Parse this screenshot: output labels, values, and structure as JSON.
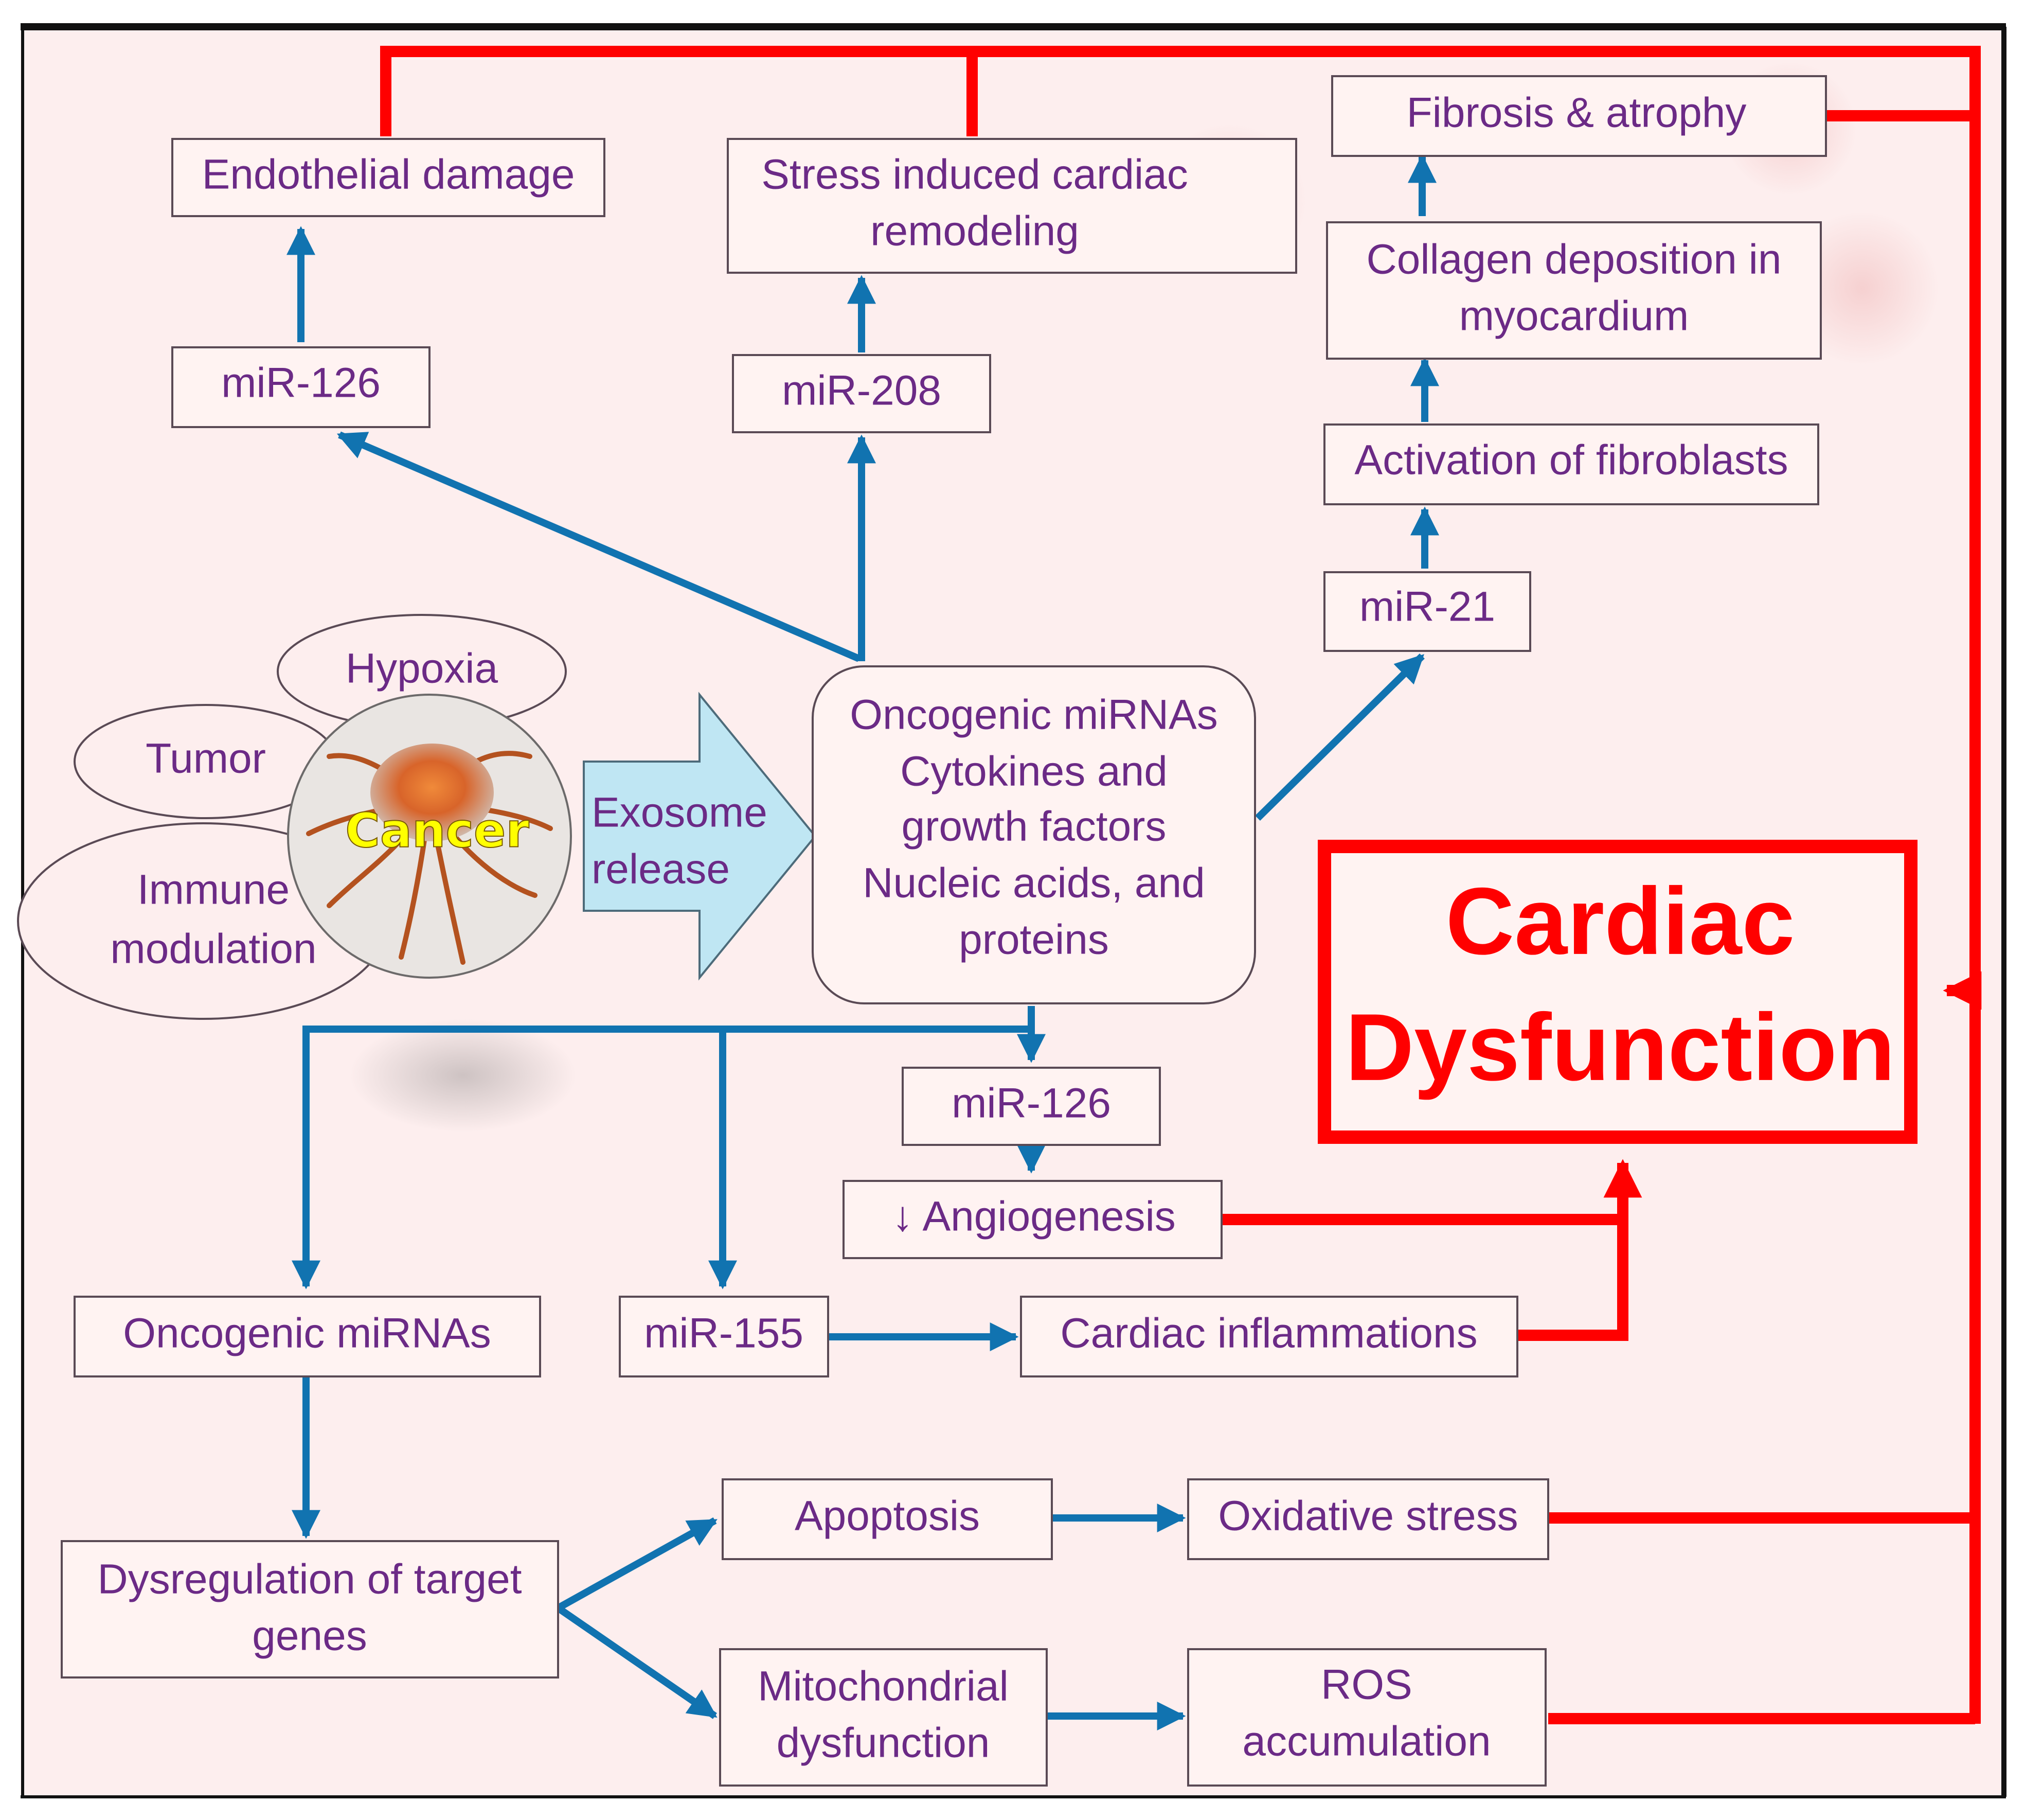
{
  "colors": {
    "background": "#fdeeee",
    "text": "#6b2a86",
    "blue_arrow": "#1173b0",
    "red_arrow": "#ff0000",
    "exosome_arrow": "#bfe6f3",
    "cancer_label": "#ffff00"
  },
  "nodes": {
    "endothelial_damage": "Endothelial damage",
    "stress_remodeling_1": "Stress induced cardiac",
    "stress_remodeling_2": "remodeling",
    "fibrosis_atrophy": "Fibrosis & atrophy",
    "collagen_1": "Collagen deposition in",
    "collagen_2": "myocardium",
    "activation_fibroblasts": "Activation of fibroblasts",
    "mir126_top": "miR-126",
    "mir208": "miR-208",
    "mir21": "miR-21",
    "hypoxia": "Hypoxia",
    "tumor": "Tumor",
    "immune_1": "Immune",
    "immune_2": "modulation",
    "cancer": "Cancer",
    "exosome_1": "Exosome",
    "exosome_2": "release",
    "cargo_1": "Oncogenic miRNAs",
    "cargo_2": "Cytokines and",
    "cargo_3": "growth factors",
    "cargo_4": "Nucleic acids, and",
    "cargo_5": "proteins",
    "cardiac_dysfunction_1": "Cardiac",
    "cardiac_dysfunction_2": "Dysfunction",
    "mir126_bottom": "miR-126",
    "angiogenesis": "↓ Angiogenesis",
    "oncogenic_mirnas": "Oncogenic miRNAs",
    "mir155": "miR-155",
    "cardiac_inflammations": "Cardiac inflammations",
    "dysregulation_1": "Dysregulation of target",
    "dysregulation_2": "genes",
    "apoptosis": "Apoptosis",
    "oxidative_stress": "Oxidative stress",
    "mito_1": "Mitochondrial",
    "mito_2": "dysfunction",
    "ros_1": "ROS",
    "ros_2": "accumulation"
  }
}
